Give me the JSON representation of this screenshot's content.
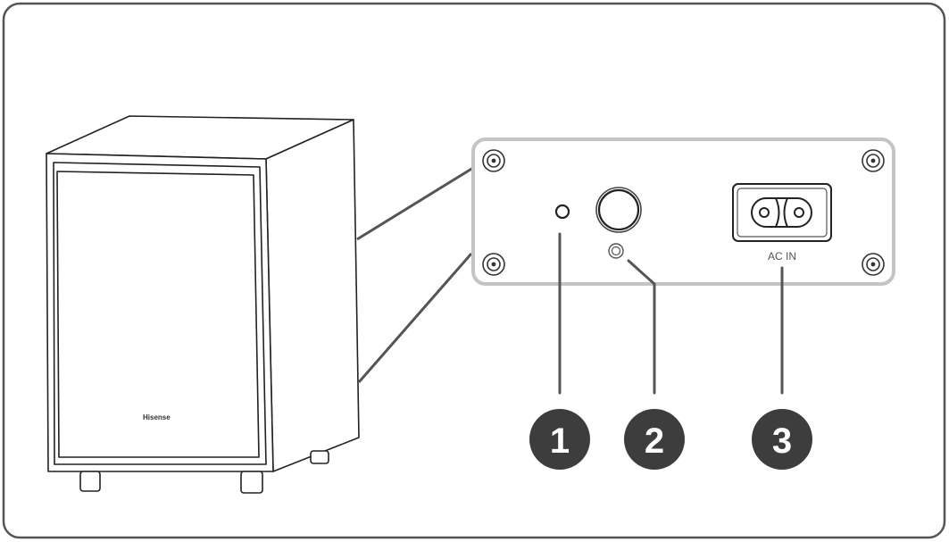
{
  "diagram": {
    "brand_text": "Hisense",
    "port_labels": {
      "ac_in": "AC IN"
    },
    "callouts": [
      {
        "number": "1"
      },
      {
        "number": "2"
      },
      {
        "number": "3"
      }
    ],
    "colors": {
      "frame": "#555555",
      "outline": "#222222",
      "panel_border": "#c4c4c4",
      "callout_fill": "#3d3d3d",
      "leader": "#555555"
    }
  }
}
